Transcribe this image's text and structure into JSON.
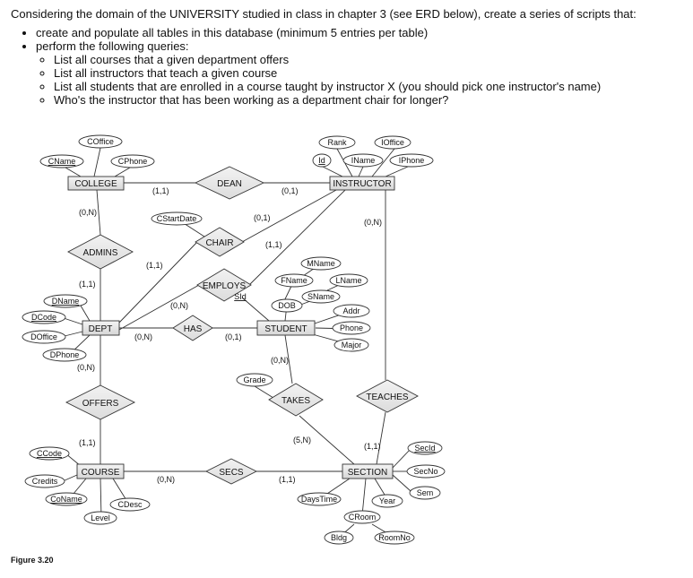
{
  "intro": {
    "heading": "Considering the domain of the UNIVERSITY studied in class in chapter 3 (see ERD below), create a series of scripts that:",
    "bullet1": "create and populate all tables in this database (minimum 5 entries per table)",
    "bullet2": "perform the following queries:",
    "queries": [
      "List all courses that a given department offers",
      "List all instructors that teach a given course",
      "List all students that are enrolled in a course taught by instructor X (you should pick one instructor's name)",
      "Who's the instructor that has been working as a department chair for longer?"
    ]
  },
  "erd": {
    "entities": {
      "college": "COLLEGE",
      "instructor": "INSTRUCTOR",
      "dept": "DEPT",
      "student": "STUDENT",
      "course": "COURSE",
      "section": "SECTION"
    },
    "relationships": {
      "dean": "DEAN",
      "chair": "CHAIR",
      "admins": "ADMINS",
      "employs": "EMPLOYS",
      "has": "HAS",
      "offers": "OFFERS",
      "takes": "TAKES",
      "teaches": "TEACHES",
      "secs": "SECS"
    },
    "attributes": {
      "coffice": "COffice",
      "cname": "CName",
      "cphone": "CPhone",
      "rank": "Rank",
      "ioffice": "IOffice",
      "id": "Id",
      "iname": "IName",
      "iphone": "IPhone",
      "cstartdate": "CStartDate",
      "mname": "MName",
      "fname": "FName",
      "lname": "LName",
      "sname": "SName",
      "sid": "SId",
      "dob": "DOB",
      "addr": "Addr",
      "phone": "Phone",
      "major": "Major",
      "dname": "DName",
      "dcode": "DCode",
      "doffice": "DOffice",
      "dphone": "DPhone",
      "grade": "Grade",
      "ccode": "CCode",
      "credits": "Credits",
      "coname": "CoName",
      "cdesc": "CDesc",
      "level": "Level",
      "secid": "SecId",
      "secno": "SecNo",
      "sem": "Sem",
      "daystime": "DaysTime",
      "year": "Year",
      "croom": "CRoom",
      "bldg": "Bldg",
      "roomno": "RoomNo"
    },
    "cardinalities": {
      "college_dean": "(1,1)",
      "instructor_dean": "(0,1)",
      "college_admins": "(0,N)",
      "instructor_chair": "(0,1)",
      "dept_chair": "(1,1)",
      "instructor_employs": "(0,N)",
      "dept_employs": "(1,1)",
      "dept_admins": "(1,1)",
      "employs_lower": "(0,N)",
      "dept_has": "(0,N)",
      "student_has": "(0,1)",
      "dept_offers": "(0,N)",
      "course_offers": "(1,1)",
      "student_takes": "(0,N)",
      "section_takes": "(5,N)",
      "section_teaches": "(1,1)",
      "course_secs": "(0,N)",
      "section_secs": "(1,1)"
    },
    "figure_caption": "Figure 3.20"
  }
}
